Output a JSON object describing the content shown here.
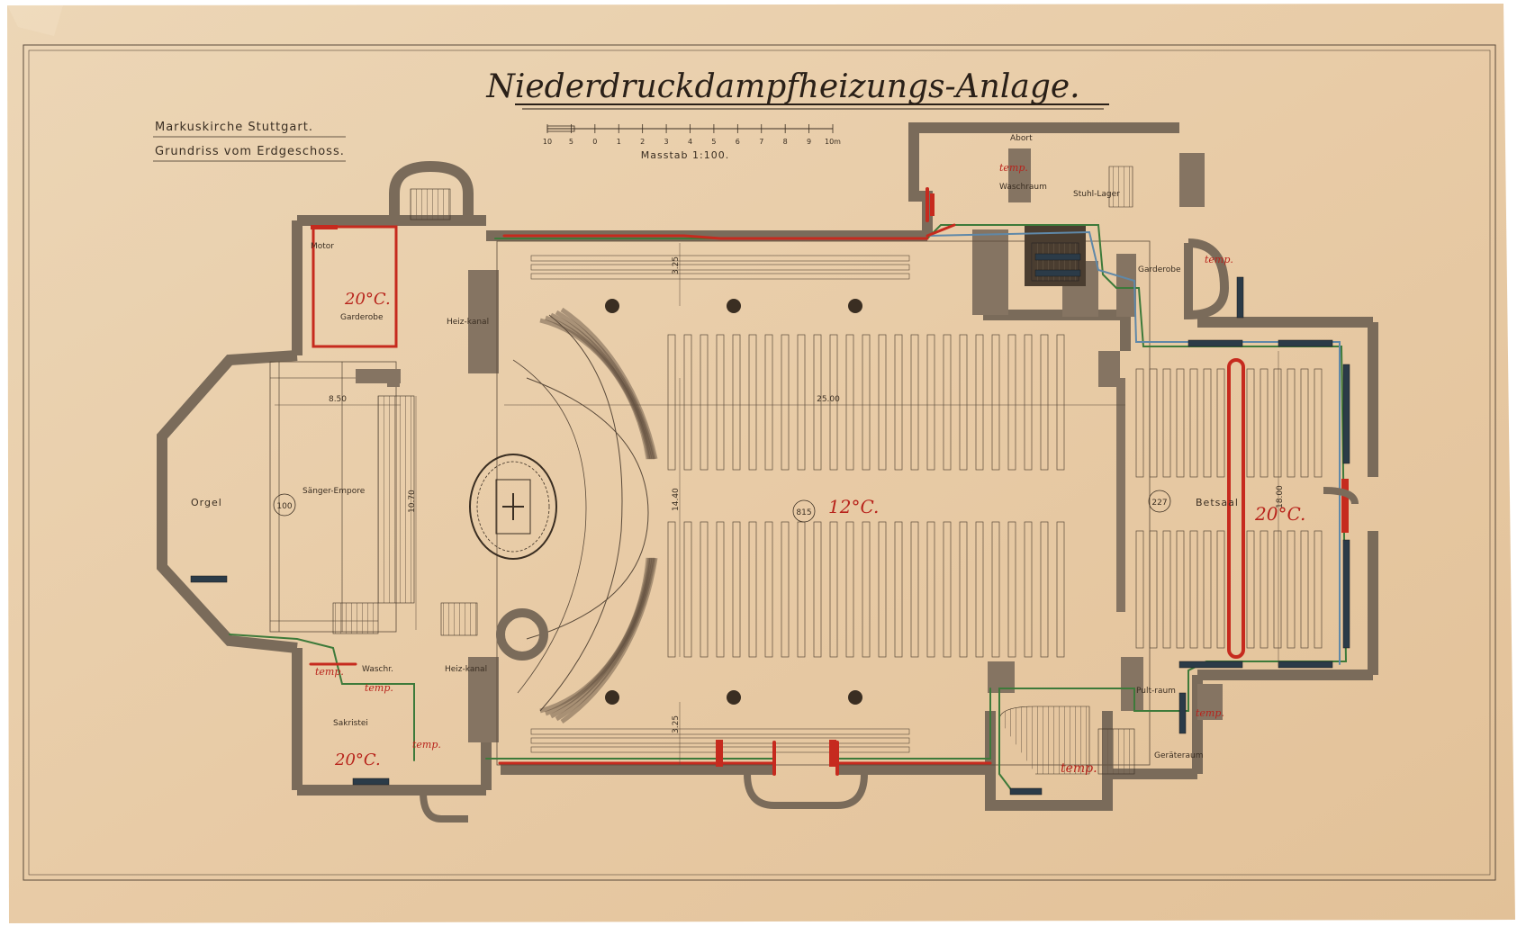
{
  "title": "Niederdruckdampfheizungs-Anlage.",
  "header": {
    "line1": "Markuskirche Stuttgart.",
    "line2": "Grundriss vom Erdgeschoss."
  },
  "scale": {
    "label": "Masstab 1:100.",
    "ticks": [
      "10",
      "5",
      "0",
      "1",
      "2",
      "3",
      "4",
      "5",
      "6",
      "7",
      "8",
      "9",
      "10m"
    ]
  },
  "rooms": {
    "motor": "Motor",
    "garderobe_left": "Garderobe",
    "heizkanal_top": "Heiz-kanal",
    "orgel": "Orgel",
    "saengerempore": "Sänger-Empore",
    "waschr": "Waschr.",
    "heizkanal_bottom": "Heiz-kanal",
    "sakristei": "Sakristei",
    "abort": "Abort",
    "waschraum": "Waschraum",
    "stuhllager": "Stuhl-Lager",
    "garderobe_right": "Garderobe",
    "betsaal": "Betsaal",
    "pultraum": "Pult-raum",
    "geraeteraum": "Geräteraum"
  },
  "temperatures": {
    "garderobe": "20°C.",
    "nave": "12°C.",
    "betsaal": "20°C.",
    "sakristei": "20°C."
  },
  "temp_marks": [
    "temp.",
    "temp.",
    "temp.",
    "temp.",
    "temp.",
    "temp.",
    "temp."
  ],
  "numbers": {
    "n100": "100",
    "n815": "815",
    "n227": "227"
  },
  "dimensions": {
    "d850": "8.50",
    "d2500": "25.00",
    "d1070": "10.70",
    "d1440": "14.40",
    "d325a": "3.25",
    "d325b": "3.25",
    "d1800": "18.00"
  },
  "colors": {
    "paper": "#e9cfad",
    "ink": "#3a2e22",
    "wall": "#7a6b5a",
    "steam_red": "#c62a1e",
    "pipe_green": "#3d7a3a",
    "pipe_blue": "#5f88a8"
  }
}
